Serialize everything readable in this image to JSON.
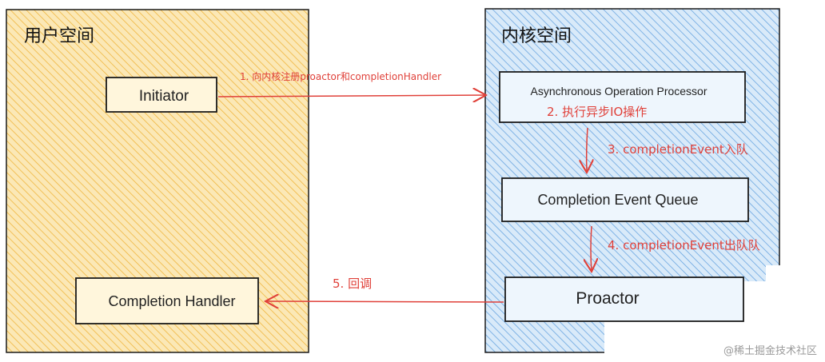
{
  "regions": {
    "user_space": {
      "title": "用户空间"
    },
    "kernel_space": {
      "title": "内核空间"
    }
  },
  "boxes": {
    "initiator": "Initiator",
    "async_processor": "Asynchronous Operation Processor",
    "event_queue": "Completion Event Queue",
    "proactor": "Proactor",
    "completion_handler": "Completion Handler"
  },
  "steps": {
    "step1": "1. 向内核注册proactor和completionHandler",
    "step2": "2. 执行异步IO操作",
    "step3": "3. completionEvent入队",
    "step4": "4. completionEvent出队队",
    "step5": "5. 回调"
  },
  "watermark": "@稀土掘金技术社区",
  "colors": {
    "user_fill": "#fbe3a7",
    "user_hatch": "#f2b33a",
    "kernel_fill": "#d3e6f8",
    "kernel_hatch": "#5f9ddb",
    "arrow": "#e0413a",
    "box_stroke": "#1a1a1a"
  }
}
